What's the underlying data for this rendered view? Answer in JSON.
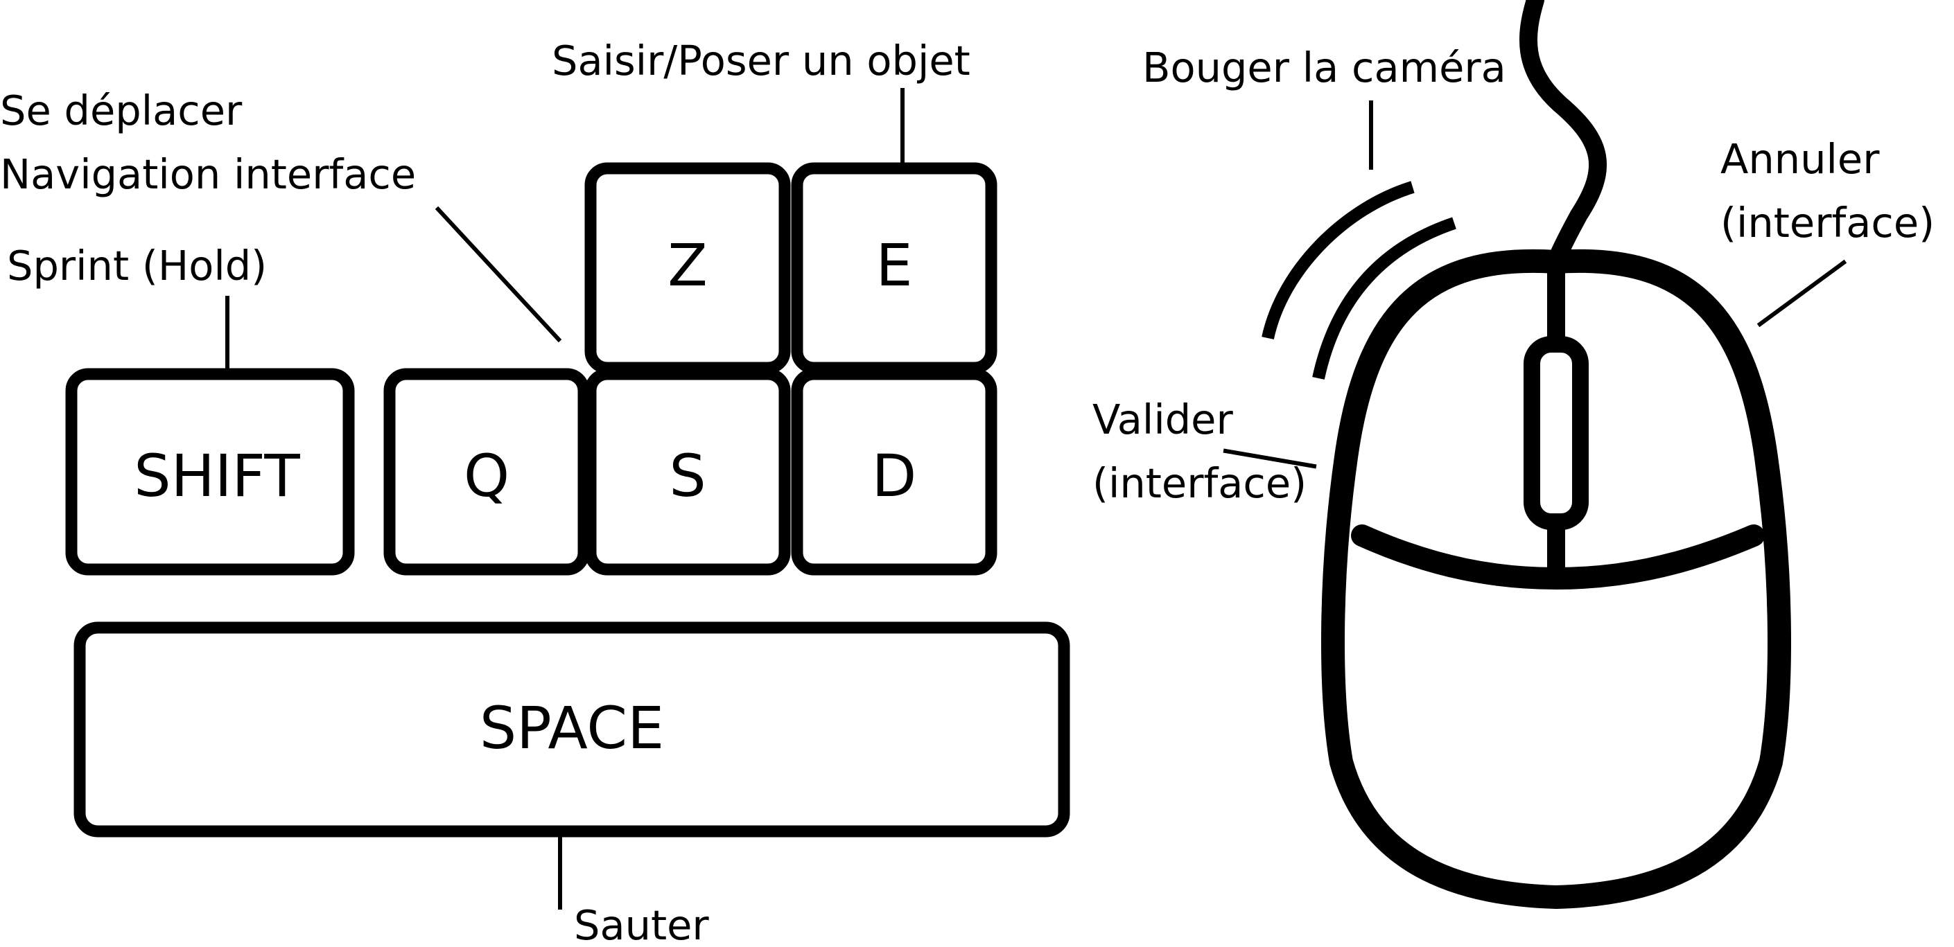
{
  "keys": {
    "shift": "SHIFT",
    "q": "Q",
    "z": "Z",
    "e": "E",
    "s": "S",
    "d": "D",
    "space": "SPACE"
  },
  "callouts": {
    "sprint": "Sprint (Hold)",
    "move_line1": "Se déplacer",
    "move_line2": "Navigation interface",
    "grab": "Saisir/Poser un objet",
    "jump": "Sauter",
    "camera": "Bouger la caméra",
    "validate_line1": "Valider",
    "validate_line2": "(interface)",
    "cancel_line1": "Annuler",
    "cancel_line2": "(interface)"
  },
  "colors": {
    "ink": "#000000",
    "background": "#ffffff"
  }
}
